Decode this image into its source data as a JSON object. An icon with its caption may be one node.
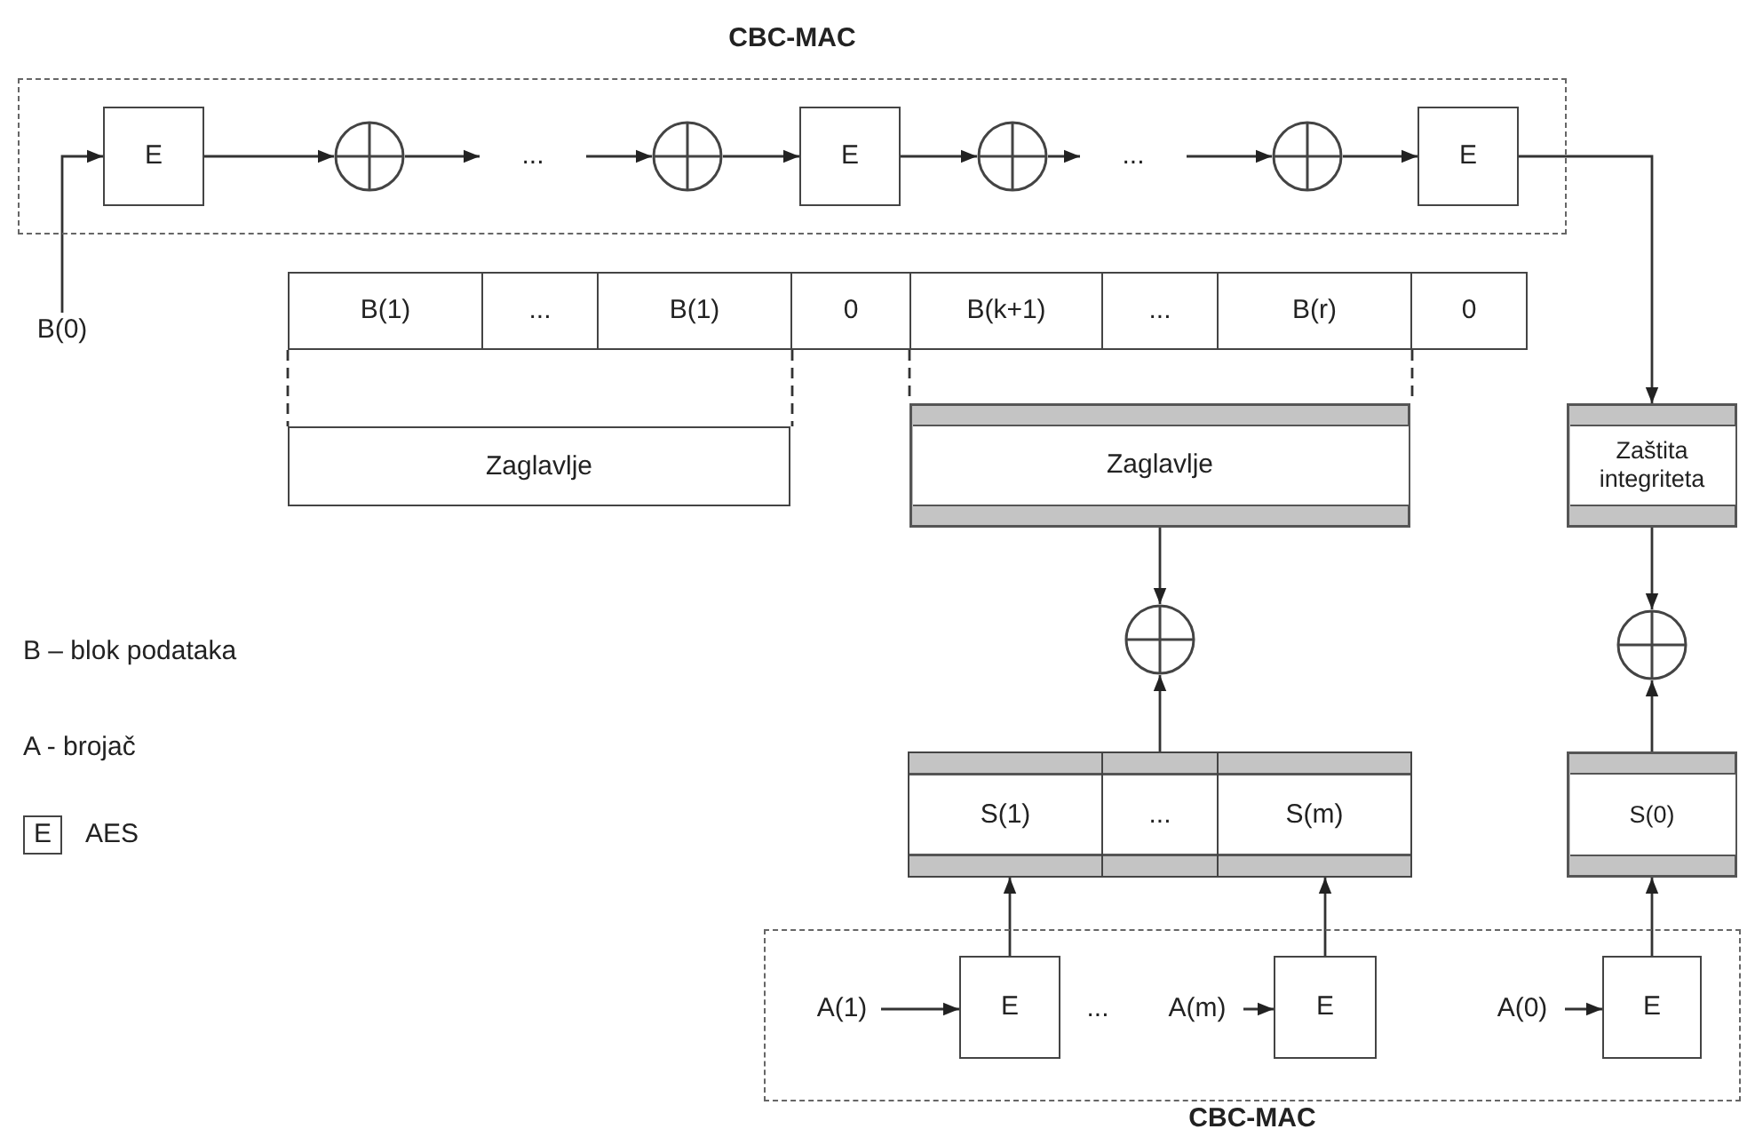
{
  "diagram": {
    "nodes": [
      {
        "text": [
          "CBC-MAC"
        ]
      },
      {
        "text": [
          "E"
        ],
        "in": 0
      },
      {
        "text": [],
        "shape": "circle",
        "in": 0
      },
      {
        "text": [
          "..."
        ],
        "in": 0
      },
      {
        "text": [],
        "shape": "circle",
        "in": 0
      },
      {
        "text": [
          "E"
        ],
        "in": 0
      },
      {
        "text": [],
        "shape": "circle",
        "in": 0
      },
      {
        "text": [
          "..."
        ],
        "in": 0
      },
      {
        "text": [],
        "shape": "circle",
        "in": 0
      },
      {
        "text": [
          "E"
        ],
        "in": 0
      },
      {
        "text": [
          "B(0)"
        ]
      },
      {
        "text": [
          "B(1)"
        ]
      },
      {
        "text": [
          "..."
        ]
      },
      {
        "text": [
          "B(1)"
        ]
      },
      {
        "text": [
          "0"
        ]
      },
      {
        "text": [
          "B(k+1)"
        ]
      },
      {
        "text": [
          "..."
        ]
      },
      {
        "text": [
          "B(r)"
        ]
      },
      {
        "text": [
          "0"
        ]
      },
      {
        "text": [
          "Zaglavlje"
        ]
      },
      {
        "text": [
          "Zaglavlje"
        ]
      },
      {
        "text": [
          "Zaštita integriteta"
        ]
      },
      {
        "text": [],
        "shape": "circle"
      },
      {
        "text": [],
        "shape": "circle"
      },
      {
        "text": [],
        "shape": "box"
      },
      {
        "text": [
          "S(1)"
        ],
        "in": 24
      },
      {
        "text": [
          "..."
        ],
        "in": 24
      },
      {
        "text": [
          "S(m)"
        ],
        "in": 24
      },
      {
        "text": [
          "S(0)"
        ]
      },
      {
        "text": [
          "CBC-MAC"
        ]
      },
      {
        "text": [
          "A(1)"
        ],
        "in": 29
      },
      {
        "text": [
          "E"
        ],
        "in": 29
      },
      {
        "text": [
          "..."
        ],
        "in": 29
      },
      {
        "text": [
          "A(m)"
        ],
        "in": 29
      },
      {
        "text": [
          "E"
        ],
        "in": 29
      },
      {
        "text": [
          "A(0)"
        ],
        "in": 29
      },
      {
        "text": [
          "E"
        ],
        "in": 29
      }
    ],
    "edges": [
      {
        "from": 10,
        "to": 1,
        "arrow": "to"
      },
      {
        "from": 1,
        "to": 2,
        "arrow": "to"
      },
      {
        "from": 2,
        "to": 3,
        "arrow": "to"
      },
      {
        "from": 3,
        "to": 4,
        "arrow": "to"
      },
      {
        "from": 4,
        "to": 5,
        "arrow": "to"
      },
      {
        "from": 5,
        "to": 6,
        "arrow": "to"
      },
      {
        "from": 6,
        "to": 7,
        "arrow": "to"
      },
      {
        "from": 7,
        "to": 8,
        "arrow": "to"
      },
      {
        "from": 8,
        "to": 9,
        "arrow": "to"
      },
      {
        "from": 9,
        "to": 21,
        "arrow": "to"
      },
      {
        "from": 11,
        "to": 19,
        "arrow": "none",
        "style": "dashed"
      },
      {
        "from": 13,
        "to": 19,
        "arrow": "none",
        "style": "dashed"
      },
      {
        "from": 15,
        "to": 20,
        "arrow": "none",
        "style": "dashed"
      },
      {
        "from": 17,
        "to": 20,
        "arrow": "none",
        "style": "dashed"
      },
      {
        "from": 20,
        "to": 22,
        "arrow": "to"
      },
      {
        "from": 24,
        "to": 22,
        "arrow": "to"
      },
      {
        "from": 21,
        "to": 23,
        "arrow": "to"
      },
      {
        "from": 28,
        "to": 23,
        "arrow": "to"
      },
      {
        "from": 30,
        "to": 31,
        "arrow": "to"
      },
      {
        "from": 31,
        "to": 25,
        "arrow": "to"
      },
      {
        "from": 33,
        "to": 34,
        "arrow": "to"
      },
      {
        "from": 34,
        "to": 27,
        "arrow": "to"
      },
      {
        "from": 35,
        "to": 36,
        "arrow": "to"
      },
      {
        "from": 36,
        "to": 28,
        "arrow": "to"
      }
    ],
    "labels": [
      "B – blok podataka",
      "A - brojač",
      "E",
      "AES"
    ]
  }
}
